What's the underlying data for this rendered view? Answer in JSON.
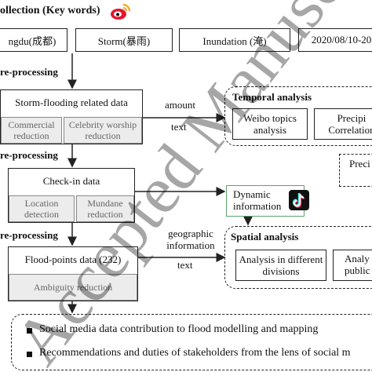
{
  "header": {
    "title": "ollection (Key words)",
    "keywords": [
      "ngdu(成都)",
      "Storm(暴雨)",
      "Inundation (淹)",
      "2020/08/10-20"
    ]
  },
  "stages": {
    "pre1": "re-processing",
    "pre2": "re-processing",
    "pre3": "re-processing"
  },
  "storm_box": {
    "title": "Storm-flooding related data",
    "subs": [
      "Commercial reduction",
      "Celebrity worship reduction"
    ]
  },
  "checkin_box": {
    "title": "Check-in data",
    "subs": [
      "Location detection",
      "Mundane reduction"
    ]
  },
  "flood_box": {
    "title": "Flood-points data (232)",
    "sub": "Ambiguity reduction"
  },
  "edge_labels": {
    "amount": "amount",
    "text1": "text",
    "geo": "geographic information",
    "text2": "text"
  },
  "temporal": {
    "title": "Temporal analysis",
    "boxes": [
      "Weibo topics analysis",
      "Precipi Correlation"
    ]
  },
  "preci_box": "Preci",
  "dynamic": {
    "label": "Dynamic information"
  },
  "spatial": {
    "title": "Spatial analysis",
    "boxes": [
      "Analysis in different divisions",
      "Analy public"
    ]
  },
  "conclusions": [
    "Social media data contribution to flood modelling and mapping",
    "Recommendations and duties of stakeholders from the lens of social m"
  ],
  "watermark": "Accepted Manuscript",
  "colors": {
    "weibo_red": "#e6162d",
    "weibo_orange": "#f7a21b",
    "tiktok_bg": "#111111",
    "sub_bg": "#ececec"
  },
  "icons": [
    "weibo-icon",
    "tiktok-icon"
  ]
}
